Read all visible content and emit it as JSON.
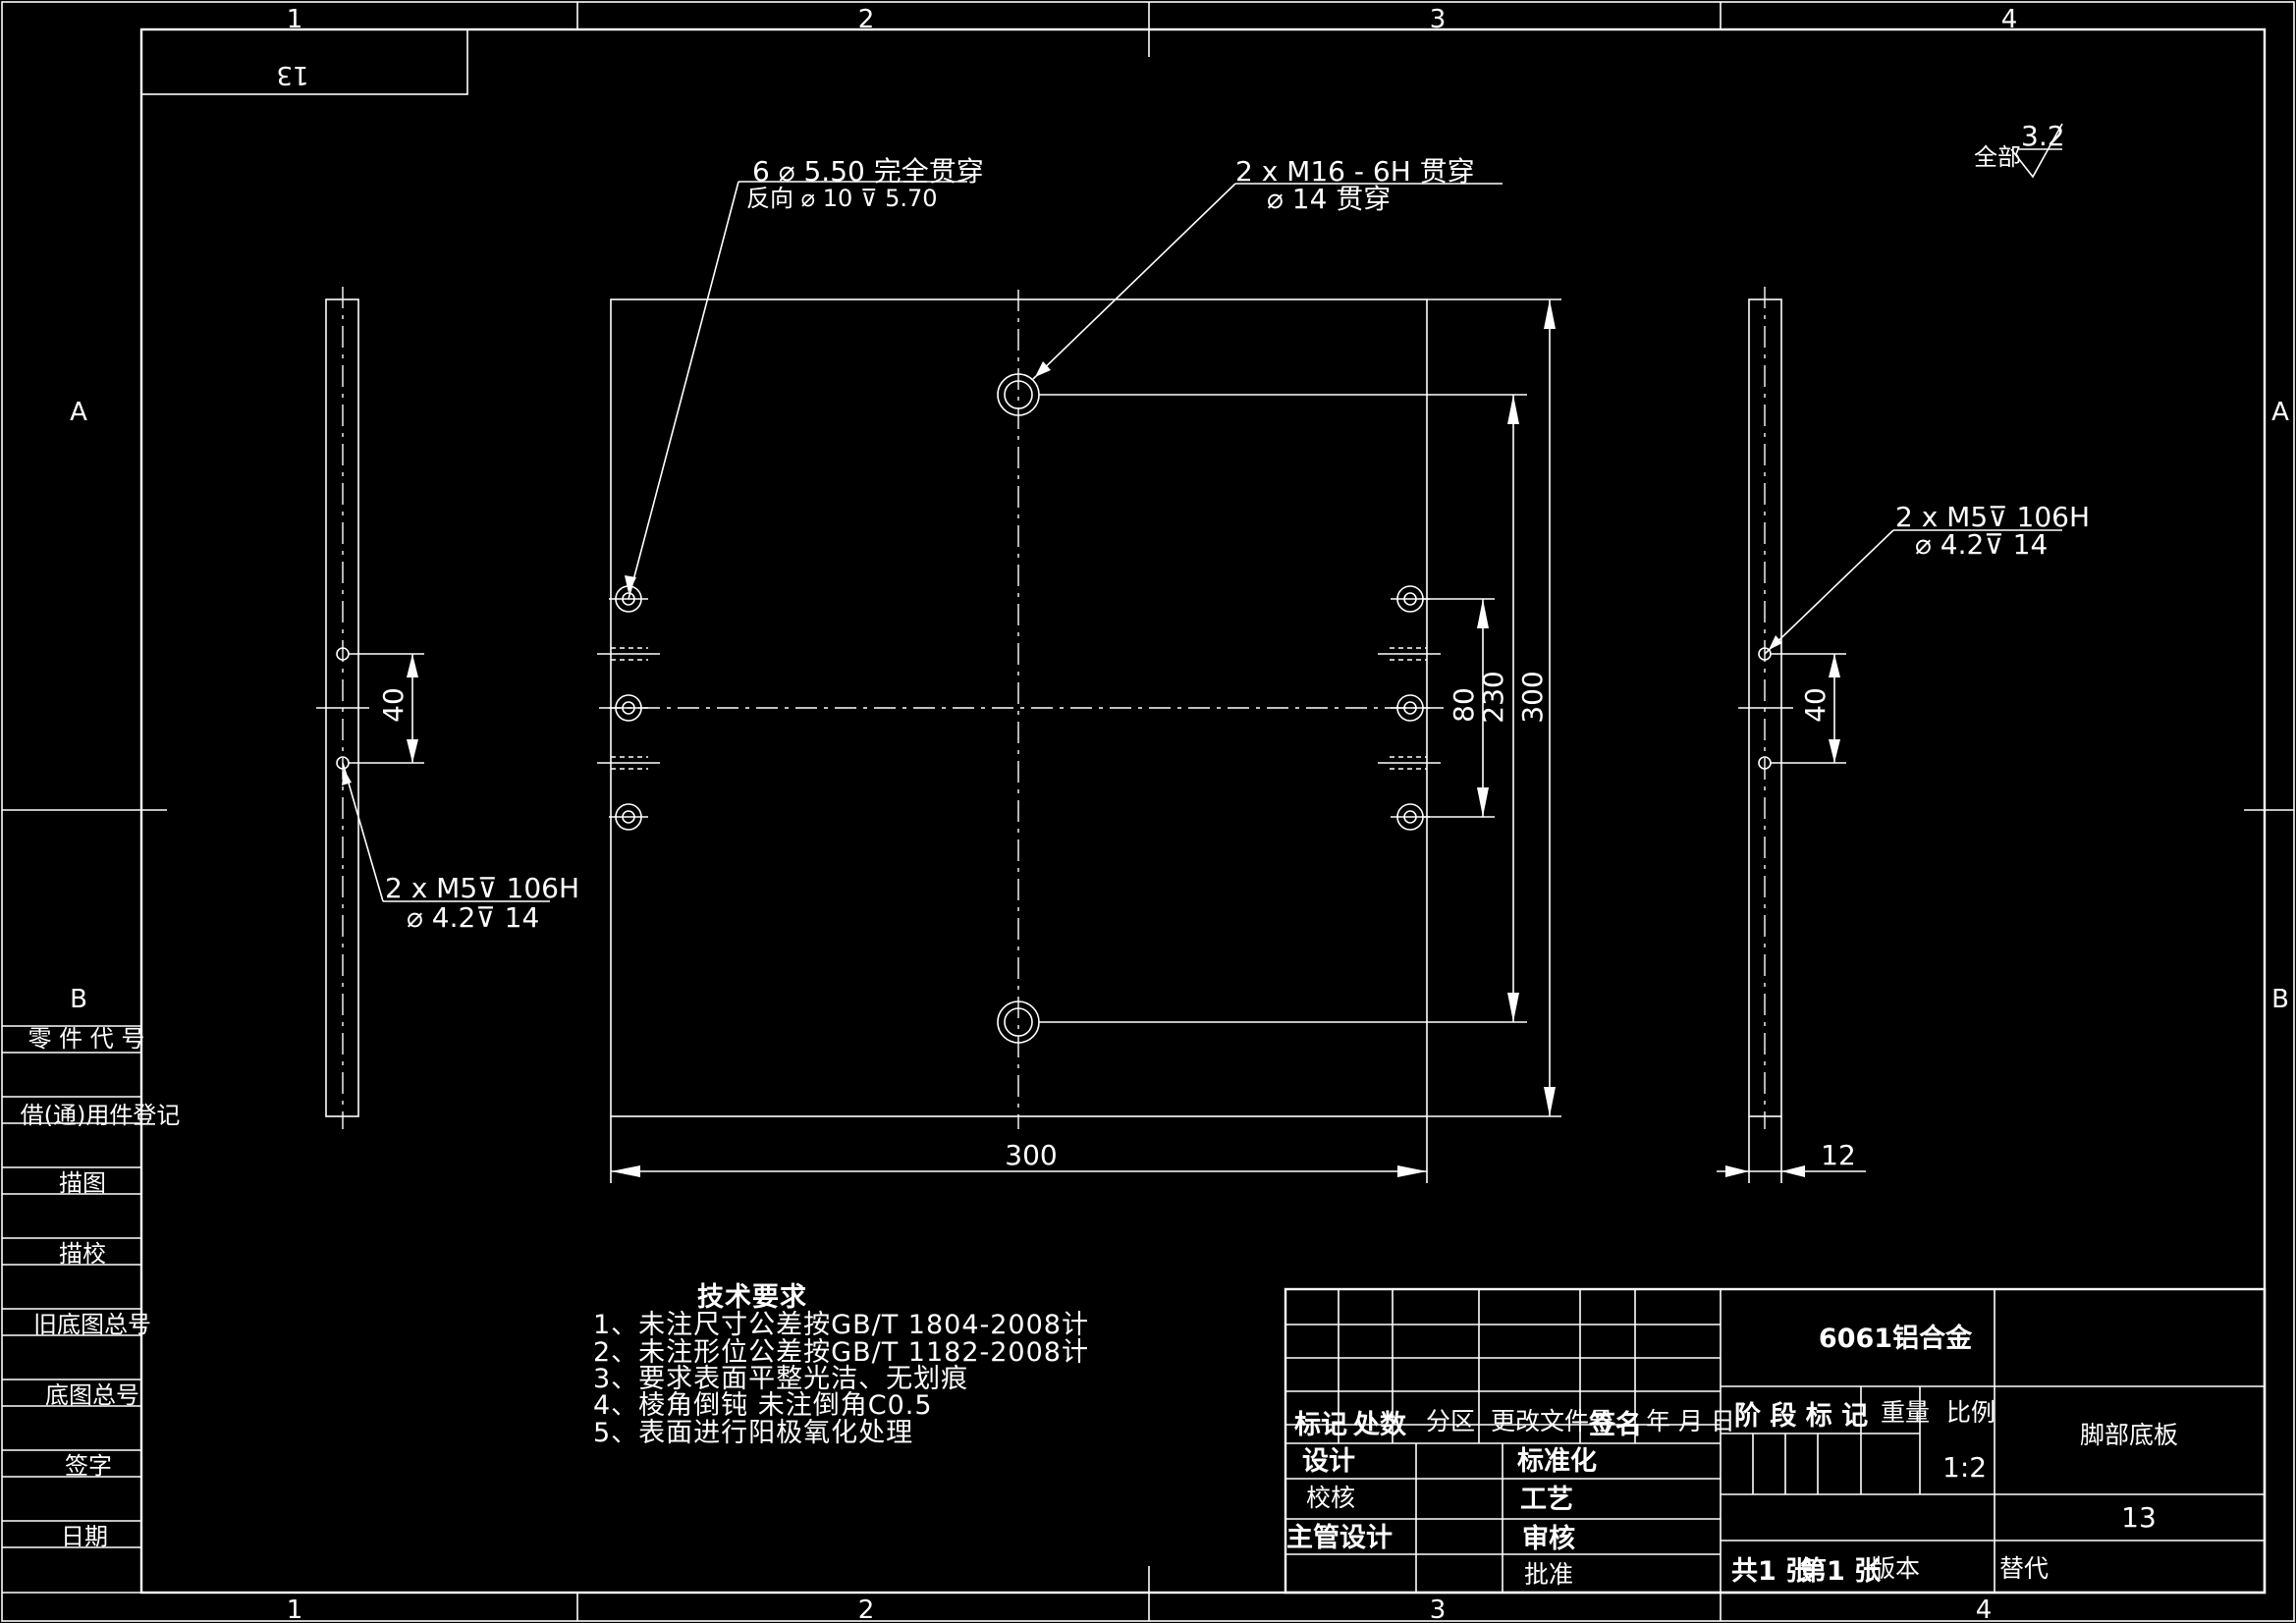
{
  "border": {
    "cols_top": [
      "1",
      "2",
      "3",
      "4"
    ],
    "cols_bottom": [
      "1",
      "2",
      "3",
      "4"
    ],
    "rows_left": [
      "A",
      "B"
    ],
    "rows_right": [
      "A",
      "B"
    ],
    "corner_box": "13"
  },
  "surface": {
    "label": "全部",
    "value": "3.2"
  },
  "callouts": {
    "holes_left": {
      "line1": "6  ⌀ 5.50 完全贯穿",
      "line2": "反向  ⌀  10  ⊽ 5.70"
    },
    "holes_center": {
      "line1": "2 x  M16 - 6H 贯穿",
      "line2": "⌀ 14 贯穿"
    },
    "left_side": {
      "line1": "2 x   M5⊽ 106H",
      "line2": "⌀  4.2⊽ 14"
    },
    "right_side": {
      "line1": "2 x   M5⊽ 106H",
      "line2": "⌀  4.2⊽ 14"
    }
  },
  "dimensions": {
    "width_main": "300",
    "height_main": "300",
    "hole_span": "230",
    "hole_pitch": "80",
    "left_pitch": "40",
    "right_pitch": "40",
    "thickness": "12"
  },
  "tech_requirements": {
    "title": "技术要求",
    "items": [
      "1、未注尺寸公差按GB/T 1804-2008计",
      "2、未注形位公差按GB/T 1182-2008计",
      "3、要求表面平整光洁、无划痕",
      "4、棱角倒钝 未注倒角C0.5",
      "5、表面进行阳极氧化处理"
    ]
  },
  "left_panel": {
    "items": [
      "零 件 代 号",
      "借(通)用件登记",
      "描图",
      "描校",
      "旧底图总号",
      "底图总号",
      "签字",
      "日期"
    ]
  },
  "title_block": {
    "material": "6061铝合金",
    "part_name": "脚部底板",
    "drawing_no": "13",
    "header_row": [
      "标记",
      "处数",
      "分区",
      "更改文件号",
      "签名",
      "年 月 日"
    ],
    "left_rows": [
      {
        "a": "设计",
        "b": "标准化"
      },
      {
        "a": "校核",
        "b": "工艺"
      },
      {
        "a": "主管设计",
        "b": "审核"
      },
      {
        "a": "",
        "b": "批准"
      }
    ],
    "stage_label": "阶 段 标 记",
    "weight_label": "重量",
    "scale_label": "比例",
    "scale_value": "1:2",
    "sheets": "共1 张",
    "sheet_no": "第1 张",
    "version": "版本",
    "replace": "替代"
  }
}
